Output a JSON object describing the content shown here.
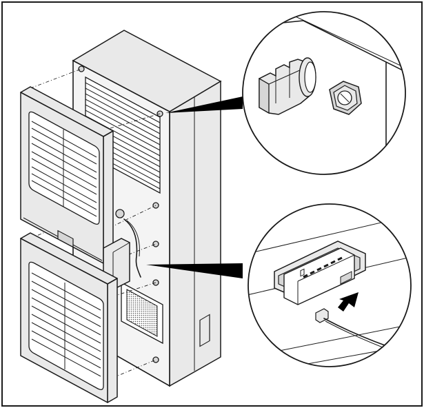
{
  "figure": {
    "type": "assembly-illustration",
    "callouts": [
      {
        "id": "mounting-stud-detail",
        "icon": "stud-and-nut-icon"
      },
      {
        "id": "connector-detail",
        "icon": "plug-connector-icon"
      }
    ],
    "colors": {
      "line": "#1a1a1a",
      "panel": "#e9e9e9",
      "shade": "#d6d6d6",
      "callout_pointer": "#000000"
    }
  }
}
